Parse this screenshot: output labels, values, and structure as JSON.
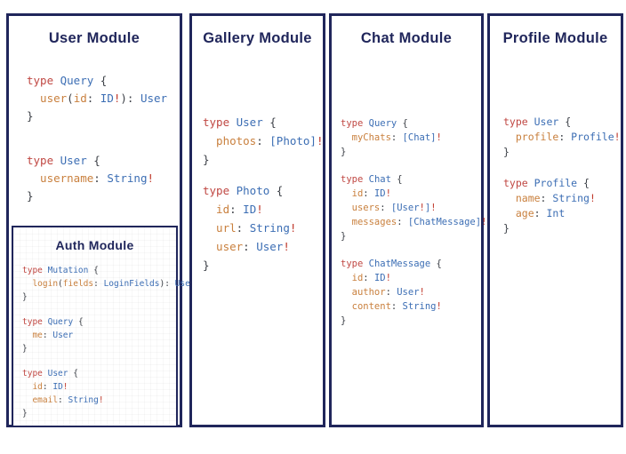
{
  "colors": {
    "panel_border": "#20265b",
    "title_text": "#20265b",
    "keyword": "#c04843",
    "type_name": "#3c6eb4",
    "field_name": "#c9803e",
    "punctuation": "#3d4148",
    "bang": "#c0392b",
    "background": "#ffffff"
  },
  "token_legend": {
    "k": "keyword",
    "t": "type-name",
    "f": "field-name",
    "p": "punctuation",
    "b": "non-null-bang"
  },
  "panels": [
    {
      "title": "User Module",
      "code": [
        [
          [
            [
              "type",
              "k"
            ],
            [
              " Query",
              "t"
            ],
            [
              " {",
              "p"
            ]
          ],
          [
            [
              "  user",
              "f"
            ],
            [
              "(",
              "p"
            ],
            [
              "id",
              "f"
            ],
            [
              ":",
              "p"
            ],
            [
              " ID",
              "t"
            ],
            [
              "!",
              "b"
            ],
            [
              "):",
              "p"
            ],
            [
              " User",
              "t"
            ]
          ],
          [
            [
              "}",
              "p"
            ]
          ]
        ],
        [
          [
            [
              "type",
              "k"
            ],
            [
              " User",
              "t"
            ],
            [
              " {",
              "p"
            ]
          ],
          [
            [
              "  username",
              "f"
            ],
            [
              ":",
              "p"
            ],
            [
              " String",
              "t"
            ],
            [
              "!",
              "b"
            ]
          ],
          [
            [
              "}",
              "p"
            ]
          ]
        ]
      ]
    },
    {
      "title": "Auth Module",
      "code": [
        [
          [
            [
              "type",
              "k"
            ],
            [
              " Mutation",
              "t"
            ],
            [
              " {",
              "p"
            ]
          ],
          [
            [
              "  login",
              "f"
            ],
            [
              "(",
              "p"
            ],
            [
              "fields",
              "f"
            ],
            [
              ":",
              "p"
            ],
            [
              " LoginFields",
              "t"
            ],
            [
              "):",
              "p"
            ],
            [
              " User",
              "t"
            ]
          ],
          [
            [
              "}",
              "p"
            ]
          ]
        ],
        [
          [
            [
              "type",
              "k"
            ],
            [
              " Query",
              "t"
            ],
            [
              " {",
              "p"
            ]
          ],
          [
            [
              "  me",
              "f"
            ],
            [
              ":",
              "p"
            ],
            [
              " User",
              "t"
            ]
          ],
          [
            [
              "}",
              "p"
            ]
          ]
        ],
        [
          [
            [
              "type",
              "k"
            ],
            [
              " User",
              "t"
            ],
            [
              " {",
              "p"
            ]
          ],
          [
            [
              "  id",
              "f"
            ],
            [
              ":",
              "p"
            ],
            [
              " ID",
              "t"
            ],
            [
              "!",
              "b"
            ]
          ],
          [
            [
              "  email",
              "f"
            ],
            [
              ":",
              "p"
            ],
            [
              " String",
              "t"
            ],
            [
              "!",
              "b"
            ]
          ],
          [
            [
              "}",
              "p"
            ]
          ]
        ]
      ]
    },
    {
      "title": "Gallery Module",
      "code": [
        [
          [
            [
              "type",
              "k"
            ],
            [
              " User",
              "t"
            ],
            [
              " {",
              "p"
            ]
          ],
          [
            [
              "  photos",
              "f"
            ],
            [
              ":",
              "p"
            ],
            [
              " [Photo]",
              "t"
            ],
            [
              "!",
              "b"
            ]
          ],
          [
            [
              "}",
              "p"
            ]
          ]
        ],
        [
          [
            [
              "type",
              "k"
            ],
            [
              " Photo",
              "t"
            ],
            [
              " {",
              "p"
            ]
          ],
          [
            [
              "  id",
              "f"
            ],
            [
              ":",
              "p"
            ],
            [
              " ID",
              "t"
            ],
            [
              "!",
              "b"
            ]
          ],
          [
            [
              "  url",
              "f"
            ],
            [
              ":",
              "p"
            ],
            [
              " String",
              "t"
            ],
            [
              "!",
              "b"
            ]
          ],
          [
            [
              "  user",
              "f"
            ],
            [
              ":",
              "p"
            ],
            [
              " User",
              "t"
            ],
            [
              "!",
              "b"
            ]
          ],
          [
            [
              "}",
              "p"
            ]
          ]
        ]
      ]
    },
    {
      "title": "Chat Module",
      "code": [
        [
          [
            [
              "type",
              "k"
            ],
            [
              " Query",
              "t"
            ],
            [
              " {",
              "p"
            ]
          ],
          [
            [
              "  myChats",
              "f"
            ],
            [
              ":",
              "p"
            ],
            [
              " [Chat]",
              "t"
            ],
            [
              "!",
              "b"
            ]
          ],
          [
            [
              "}",
              "p"
            ]
          ]
        ],
        [
          [
            [
              "type",
              "k"
            ],
            [
              " Chat",
              "t"
            ],
            [
              " {",
              "p"
            ]
          ],
          [
            [
              "  id",
              "f"
            ],
            [
              ":",
              "p"
            ],
            [
              " ID",
              "t"
            ],
            [
              "!",
              "b"
            ]
          ],
          [
            [
              "  users",
              "f"
            ],
            [
              ":",
              "p"
            ],
            [
              " [User",
              "t"
            ],
            [
              "!",
              "b"
            ],
            [
              "]",
              "t"
            ],
            [
              "!",
              "b"
            ]
          ],
          [
            [
              "  messages",
              "f"
            ],
            [
              ":",
              "p"
            ],
            [
              " [ChatMessage]",
              "t"
            ],
            [
              "!",
              "b"
            ]
          ],
          [
            [
              "}",
              "p"
            ]
          ]
        ],
        [
          [
            [
              "type",
              "k"
            ],
            [
              " ChatMessage",
              "t"
            ],
            [
              " {",
              "p"
            ]
          ],
          [
            [
              "  id",
              "f"
            ],
            [
              ":",
              "p"
            ],
            [
              " ID",
              "t"
            ],
            [
              "!",
              "b"
            ]
          ],
          [
            [
              "  author",
              "f"
            ],
            [
              ":",
              "p"
            ],
            [
              " User",
              "t"
            ],
            [
              "!",
              "b"
            ]
          ],
          [
            [
              "  content",
              "f"
            ],
            [
              ":",
              "p"
            ],
            [
              " String",
              "t"
            ],
            [
              "!",
              "b"
            ]
          ],
          [
            [
              "}",
              "p"
            ]
          ]
        ]
      ]
    },
    {
      "title": "Profile Module",
      "code": [
        [
          [
            [
              "type",
              "k"
            ],
            [
              " User",
              "t"
            ],
            [
              " {",
              "p"
            ]
          ],
          [
            [
              "  profile",
              "f"
            ],
            [
              ":",
              "p"
            ],
            [
              " Profile",
              "t"
            ],
            [
              "!",
              "b"
            ]
          ],
          [
            [
              "}",
              "p"
            ]
          ]
        ],
        [
          [
            [
              "type",
              "k"
            ],
            [
              " Profile",
              "t"
            ],
            [
              " {",
              "p"
            ]
          ],
          [
            [
              "  name",
              "f"
            ],
            [
              ":",
              "p"
            ],
            [
              " String",
              "t"
            ],
            [
              "!",
              "b"
            ]
          ],
          [
            [
              "  age",
              "f"
            ],
            [
              ":",
              "p"
            ],
            [
              " Int",
              "t"
            ]
          ],
          [
            [
              "}",
              "p"
            ]
          ]
        ]
      ]
    }
  ]
}
